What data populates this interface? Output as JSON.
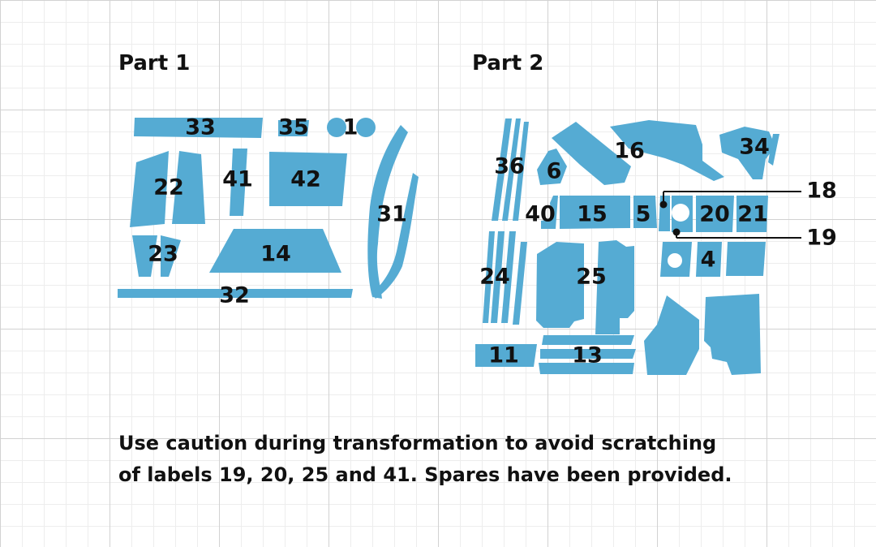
{
  "part1": {
    "title": "Part 1",
    "labels": {
      "33": "33",
      "35": "35",
      "1": "1",
      "22": "22",
      "41": "41",
      "42": "42",
      "31": "31",
      "23": "23",
      "14": "14",
      "32": "32"
    }
  },
  "part2": {
    "title": "Part 2",
    "labels": {
      "36": "36",
      "6": "6",
      "16": "16",
      "34": "34",
      "18": "18",
      "40": "40",
      "15": "15",
      "5": "5",
      "20": "20",
      "21": "21",
      "19": "19",
      "24": "24",
      "25": "25",
      "4": "4",
      "11": "11",
      "13": "13"
    }
  },
  "caption": {
    "line1": "Use caution during transformation to avoid scratching",
    "line2": "of labels 19, 20, 25 and 41. Spares have been provided."
  },
  "colors": {
    "sticker": "#55abd3",
    "grid": "#d2d2d2",
    "text": "#111111"
  }
}
